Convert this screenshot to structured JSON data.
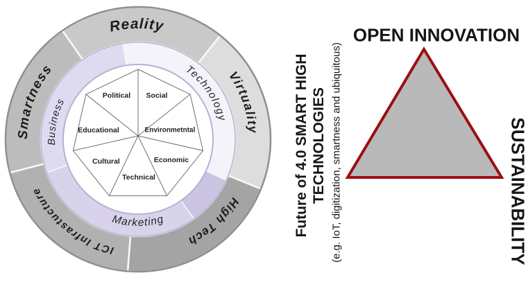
{
  "left_diagram": {
    "outer_ring": {
      "rim_color": "#8f8f8f",
      "segments": [
        {
          "label": "Reality",
          "color": "#c9c9c9"
        },
        {
          "label": "Virtuality",
          "color": "#dddddd"
        },
        {
          "label": "High Tech",
          "color": "#a4a4a4"
        },
        {
          "label": "ICT Infrastucture",
          "color": "#b1b1b1"
        },
        {
          "label": "Smartness",
          "color": "#bcbcbc"
        }
      ]
    },
    "middle_ring": {
      "edge_color": "#b7b0d2",
      "segments": [
        {
          "label": "Technology",
          "color": "#f4f3fa"
        },
        {
          "label": "",
          "color": "#cbc4e2"
        },
        {
          "label": "Marketing",
          "color": "#d8d3eb"
        },
        {
          "label": "Business",
          "color": "#dedaf0"
        }
      ]
    },
    "heptagon": {
      "line_color": "#6f6f6f",
      "sectors": [
        "Political",
        "Social",
        "Educational",
        "Environmetntal",
        "Cultural",
        "Economic",
        "Technical"
      ]
    }
  },
  "right_diagram": {
    "axis_title": "Future of 4.0 SMART HIGH TECHNOLOGIES",
    "axis_subtitle": "(e.g. IoT, digitization, smartness and ubiquitous)",
    "top_label": "OPEN INNOVATION",
    "right_label": "SUSTAINABILITY",
    "triangle": {
      "fill": "#b9b9b9",
      "border": "#9a0f10"
    }
  }
}
